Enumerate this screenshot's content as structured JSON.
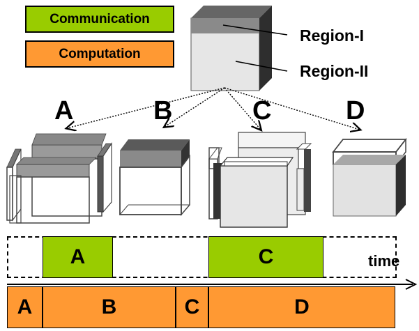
{
  "legend": {
    "communication": "Communication",
    "computation": "Computation"
  },
  "regions": {
    "region1": "Region-I",
    "region2": "Region-II"
  },
  "panels": [
    "A",
    "B",
    "C",
    "D"
  ],
  "timeline": {
    "time_label": "time",
    "communication_blocks": [
      "A",
      "C"
    ],
    "computation_blocks": [
      "A",
      "B",
      "C",
      "D"
    ]
  },
  "colors": {
    "communication": "#99cc00",
    "computation": "#ff9933",
    "region1_face": "#808080",
    "region2_face": "#e0e0e0",
    "side_face": "#333333"
  }
}
